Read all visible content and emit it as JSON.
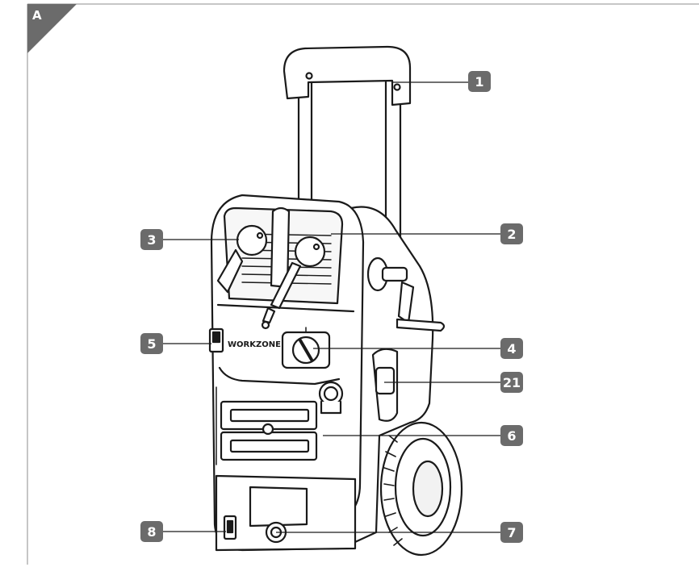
{
  "figure": {
    "corner_label": "A",
    "brand_text": "WORKZONE",
    "callouts": [
      {
        "id": "1",
        "label": "1"
      },
      {
        "id": "2",
        "label": "2"
      },
      {
        "id": "3",
        "label": "3"
      },
      {
        "id": "4",
        "label": "4"
      },
      {
        "id": "5",
        "label": "5"
      },
      {
        "id": "21",
        "label": "21"
      },
      {
        "id": "6",
        "label": "6"
      },
      {
        "id": "7",
        "label": "7"
      },
      {
        "id": "8",
        "label": "8"
      }
    ],
    "colors": {
      "callout_fill": "#6b6b6b",
      "line": "#1a1a1a",
      "frame": "#8c8c8c"
    }
  }
}
